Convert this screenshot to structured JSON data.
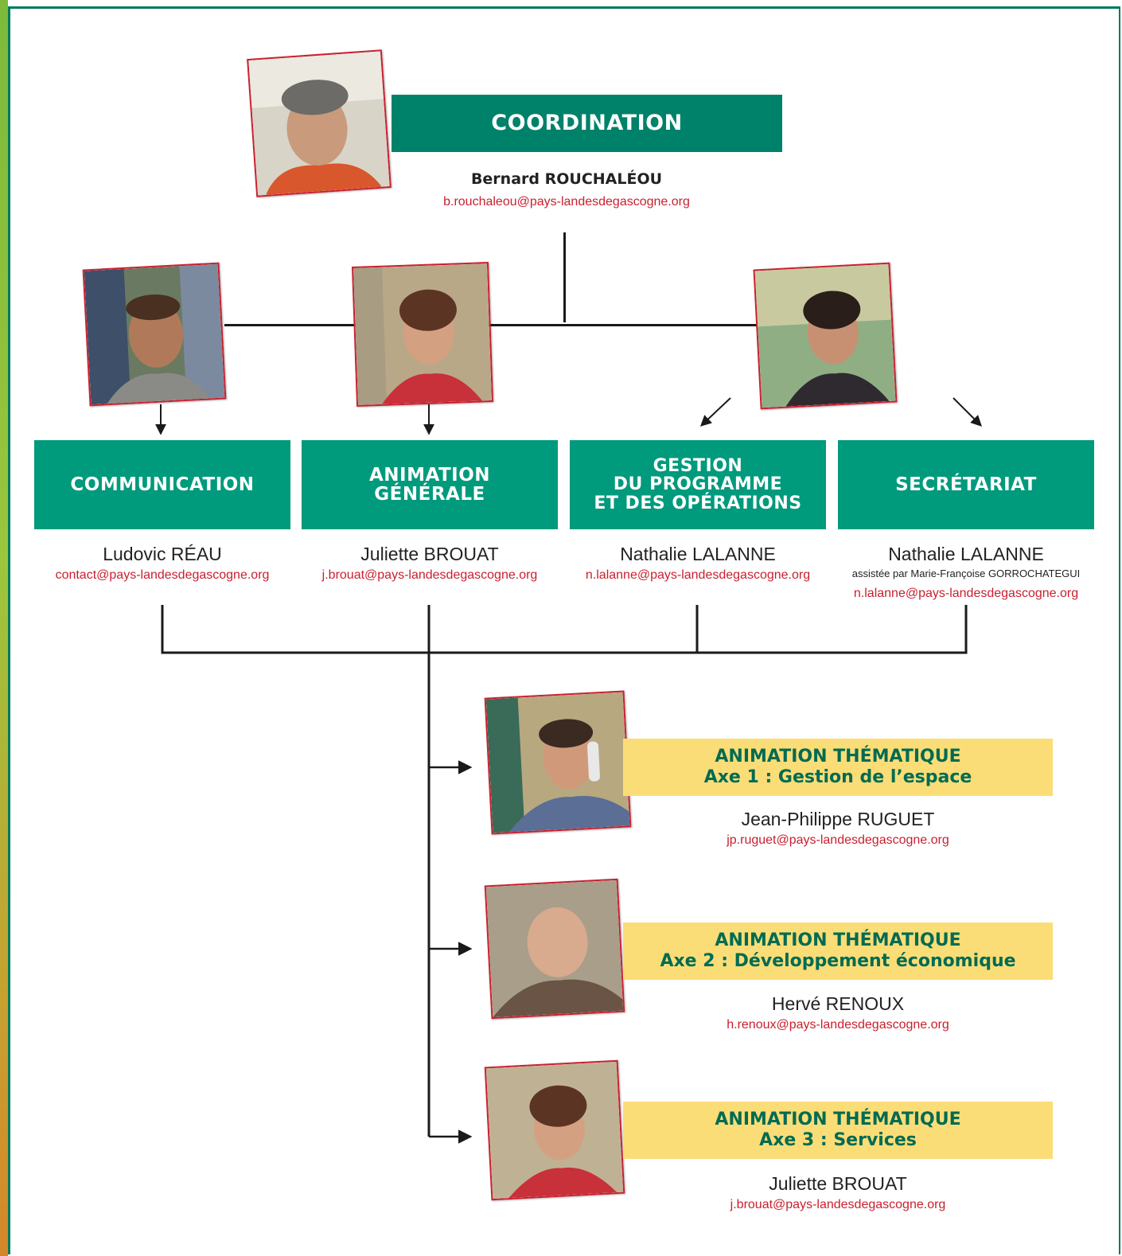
{
  "colors": {
    "accent_green": "#009a7c",
    "title_green": "#00816a",
    "email_red": "#c9202f",
    "highlight_yellow": "#fbdd77",
    "photo_border": "#c9202f"
  },
  "coordination": {
    "title": "COORDINATION",
    "name": "Bernard ROUCHALÉOU",
    "email": "b.rouchaleou@pays-landesdegascogne.org"
  },
  "departments": [
    {
      "title": "COMMUNICATION",
      "name": "Ludovic RÉAU",
      "email": "contact@pays-landesdegascogne.org"
    },
    {
      "title": "ANIMATION\nGÉNÉRALE",
      "name": "Juliette BROUAT",
      "email": "j.brouat@pays-landesdegascogne.org"
    },
    {
      "title": "GESTION\nDU PROGRAMME\nET DES OPÉRATIONS",
      "name": "Nathalie LALANNE",
      "email": "n.lalanne@pays-landesdegascogne.org"
    },
    {
      "title": "SECRÉTARIAT",
      "name": "Nathalie LALANNE",
      "assistant": "assistée par Marie-Françoise GORROCHATEGUI",
      "email": "n.lalanne@pays-landesdegascogne.org"
    }
  ],
  "themes": [
    {
      "title": "ANIMATION THÉMATIQUE",
      "subtitle": "Axe 1 : Gestion de l’espace",
      "name": "Jean-Philippe RUGUET",
      "email": "jp.ruguet@pays-landesdegascogne.org"
    },
    {
      "title": "ANIMATION THÉMATIQUE",
      "subtitle": "Axe 2 : Développement économique",
      "name": "Hervé RENOUX",
      "email": "h.renoux@pays-landesdegascogne.org"
    },
    {
      "title": "ANIMATION THÉMATIQUE",
      "subtitle": "Axe 3 : Services",
      "name": "Juliette BROUAT",
      "email": "j.brouat@pays-landesdegascogne.org"
    }
  ]
}
